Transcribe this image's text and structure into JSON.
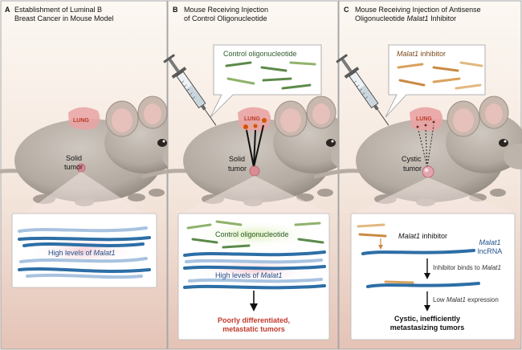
{
  "panels": [
    {
      "letter": "A",
      "title_lines": [
        "Establishment of Luminal B",
        "Breast Cancer in Mouse Model"
      ],
      "lung_label": "LUNG",
      "tumor_lines": [
        "Solid",
        "tumor"
      ],
      "inset_label_prefix": "High levels of ",
      "inset_label_gene": "Malat1"
    },
    {
      "letter": "B",
      "title_lines": [
        "Mouse Receiving Injection",
        "of Control Oligonucleotide"
      ],
      "bubble_label": "Control oligonucleotide",
      "lung_label": "LUNG",
      "tumor_lines": [
        "Solid",
        "tumor"
      ],
      "inset_label_top": "Control oligonucleotide",
      "inset_label_mid_prefix": "High levels of ",
      "inset_label_mid_gene": "Malat1",
      "outcome_lines": [
        "Poorly differentiated,",
        "metastatic tumors"
      ]
    },
    {
      "letter": "C",
      "title_line1": "Mouse Receiving Injection of Antisense",
      "title_line2_prefix": "Oligonucleotide ",
      "title_line2_gene": "Malat1",
      "title_line2_suffix": " Inhibitor",
      "bubble_gene": "Malat1",
      "bubble_suffix": " inhibitor",
      "lung_label": "LUNG",
      "tumor_lines": [
        "Cystic",
        "tumor"
      ],
      "inhibitor_gene": "Malat1",
      "inhibitor_suffix": " inhibitor",
      "lncrna_lines": [
        "Malat1",
        "lncRNA"
      ],
      "binds_prefix": "Inhibitor binds to ",
      "binds_gene": "Malat1",
      "low_prefix": "Low ",
      "low_gene": "Malat1",
      "low_suffix": " expression",
      "outcome_lines": [
        "Cystic, inefficiently",
        "metastasizing tumors"
      ]
    }
  ],
  "colors": {
    "panel_bg_top": "#fbf6f0",
    "panel_bg_bottom": "#e9ccc0",
    "mouse_body": "#b9b1a9",
    "mouse_shadow": "#8f867e",
    "lung": "#e9a3a3",
    "lung_text": "#c0392b",
    "rna_blue": "#2d6ea6",
    "rna_light": "#a8c3e0",
    "control_green": "#5c8a4a",
    "inhibitor_tan": "#d9a15e",
    "outcome_red": "#c0392b",
    "gene_blue": "#1f4f8a"
  }
}
